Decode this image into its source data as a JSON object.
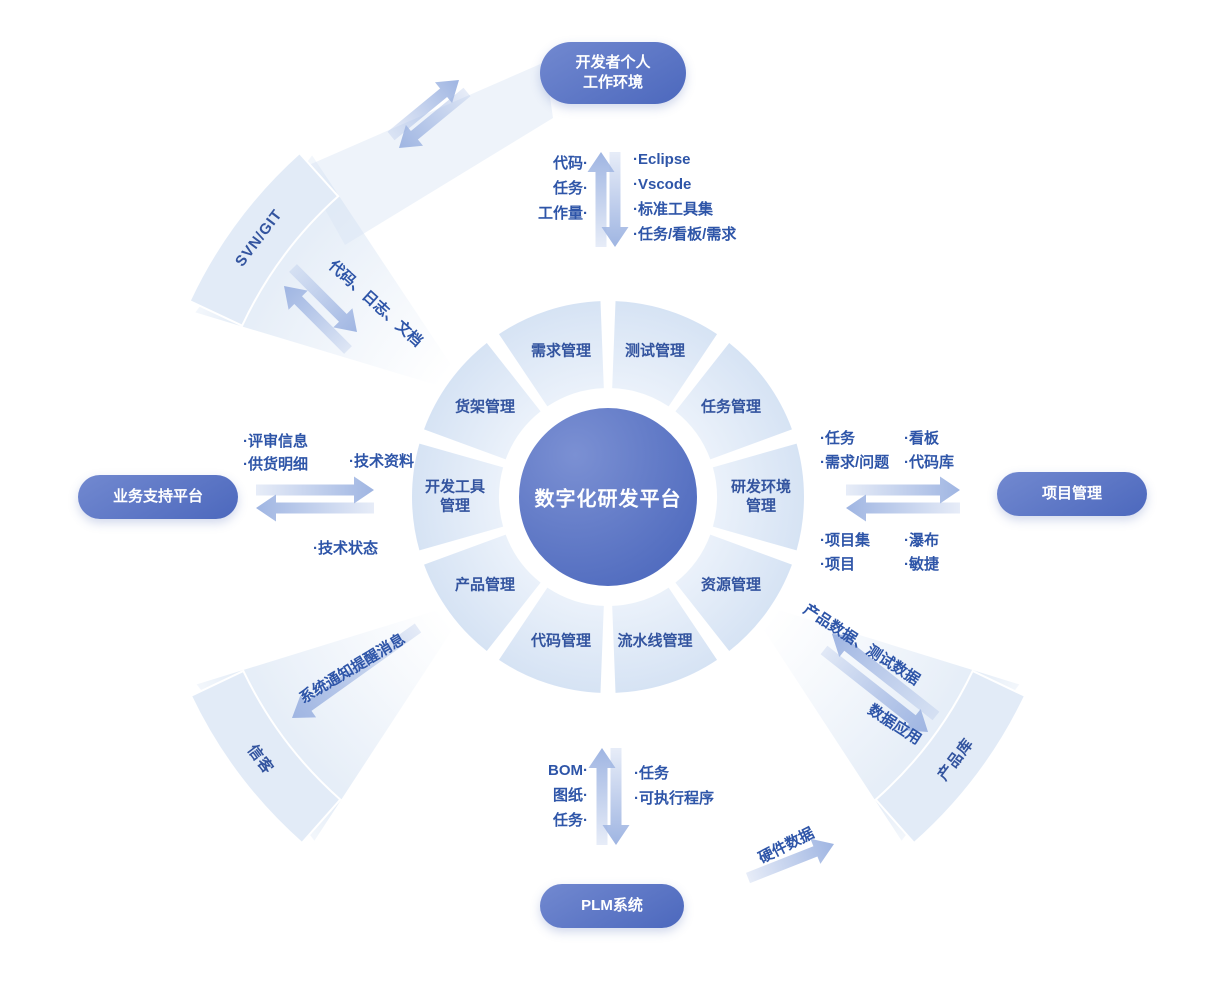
{
  "center": {
    "label": "数字化研发平台"
  },
  "ring": {
    "segments": [
      "测试管理",
      "任务管理",
      "研发环境\n管理",
      "资源管理",
      "流水线管理",
      "代码管理",
      "产品管理",
      "开发工具\n管理",
      "货架管理",
      "需求管理"
    ]
  },
  "external": {
    "developer": "开发者个人\n工作环境",
    "svn_git": "SVN/GIT",
    "business_support": "业务支持平台",
    "messenger": "信客",
    "plm": "PLM系统",
    "product_library": "产品库",
    "project_mgmt": "项目管理"
  },
  "flows": {
    "dev_left": "代码·\n任务·\n工作量·",
    "dev_right": "·Eclipse\n·Vscode\n·标准工具集\n·任务/看板/需求",
    "svn_label": "代码、日志、文档",
    "biz_left": "·评审信息\n·供货明细",
    "biz_right_top": "·技术资料",
    "biz_bottom": "·技术状态",
    "messenger_label": "系统通知提醒消息",
    "plm_left": "BOM·\n图纸·\n任务·",
    "plm_right": "·任务\n·可执行程序",
    "product_data": "产品数据、测试数据",
    "data_app": "数据应用",
    "hardware_data": "硬件数据",
    "proj_top_left": "·任务\n·需求/问题",
    "proj_top_right": "·看板\n·代码库",
    "proj_bottom_left": "·项目集\n·项目",
    "proj_bottom_right": "·瀑布\n·敏捷"
  },
  "colors": {
    "accent": "#4c68bd",
    "accent_light": "#7289d0",
    "pill_text": "#ffffff",
    "label": "#2e55a8",
    "ring_text": "#33549f",
    "ring_fill": "#d6e3f4",
    "ring_fill_light": "#edf3fb",
    "band_fill": "#e2ebf7",
    "arrow": "#9fb5e2",
    "beam": "#d9e5f4",
    "center_dark": "#4b67bc",
    "center_light": "#7b90d3"
  }
}
